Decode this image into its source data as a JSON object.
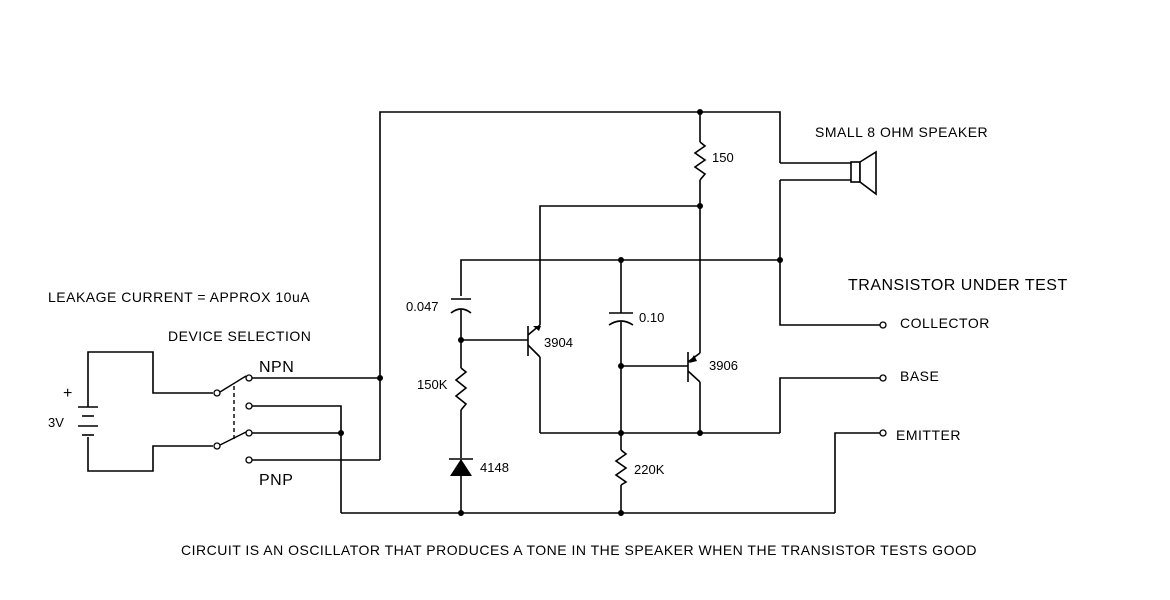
{
  "labels": {
    "leakage": "LEAKAGE CURRENT = APPROX 10uA",
    "device_selection": "DEVICE SELECTION",
    "npn": "NPN",
    "pnp": "PNP",
    "plus": "+",
    "battery": "3V",
    "cap1": "0.047",
    "cap2": "0.10",
    "res1": "150K",
    "res2": "220K",
    "res3": "150",
    "diode": "4148",
    "q1": "3904",
    "q2": "3906",
    "speaker": "SMALL 8 OHM SPEAKER",
    "transistor_under_test": "TRANSISTOR UNDER TEST",
    "collector": "COLLECTOR",
    "base": "BASE",
    "emitter": "EMITTER",
    "caption": "CIRCUIT IS AN OSCILLATOR THAT PRODUCES A TONE IN THE SPEAKER WHEN THE TRANSISTOR TESTS GOOD"
  }
}
